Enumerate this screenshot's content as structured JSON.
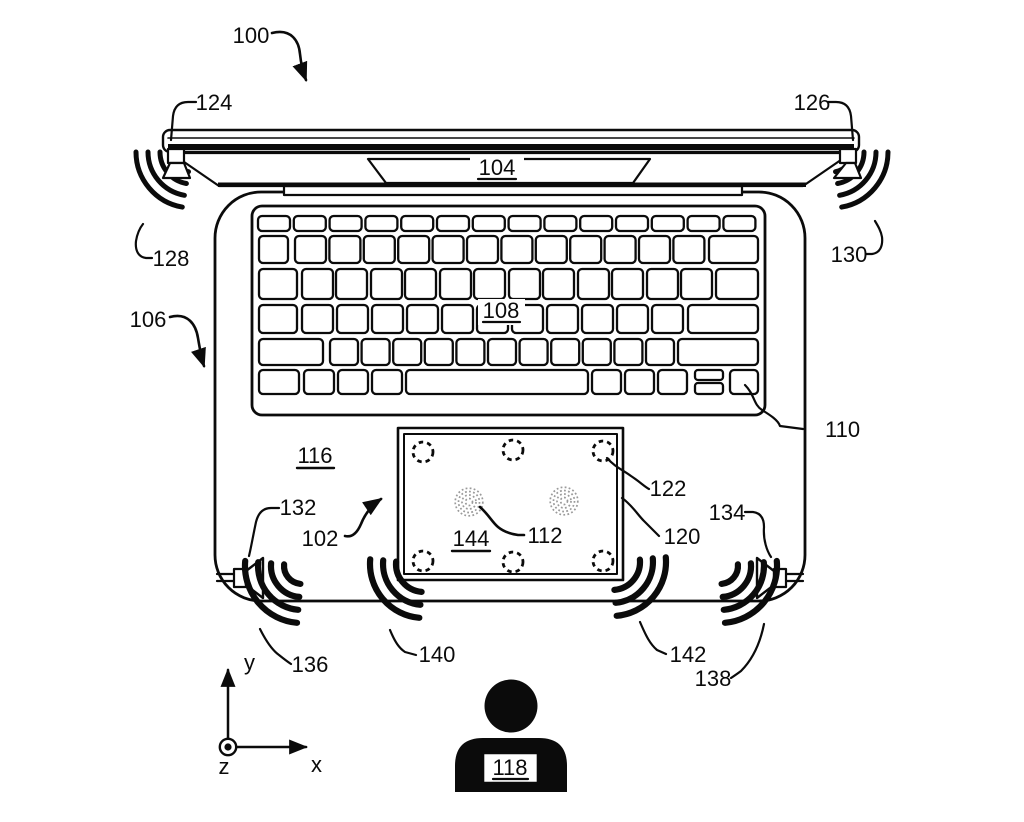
{
  "figure": {
    "title_hint": "patent-style top view diagram of a laptop with acoustic elements",
    "refs": {
      "r100": "100",
      "r102": "102",
      "r104": "104",
      "r106": "106",
      "r108": "108",
      "r110": "110",
      "r112": "112",
      "r116": "116",
      "r118": "118",
      "r120": "120",
      "r122": "122",
      "r124": "124",
      "r126": "126",
      "r128": "128",
      "r130": "130",
      "r132": "132",
      "r134": "134",
      "r136": "136",
      "r138": "138",
      "r140": "140",
      "r142": "142",
      "r144": "144"
    },
    "underlined_refs": [
      "104",
      "108",
      "116",
      "118",
      "144"
    ]
  },
  "axes": {
    "x": "x",
    "y": "y",
    "z": "z"
  },
  "colors": {
    "line": "#0b0b0b",
    "background": "#ffffff",
    "haptic_dot_gray": "#9a9a9a"
  }
}
